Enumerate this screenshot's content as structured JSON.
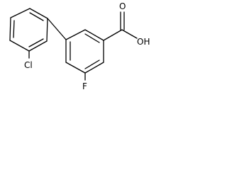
{
  "molecule": {
    "labels": {
      "chlorine": "Cl",
      "fluorine": "F",
      "hydroxyl": "OH",
      "carbonyl_oxygen": "O"
    }
  }
}
